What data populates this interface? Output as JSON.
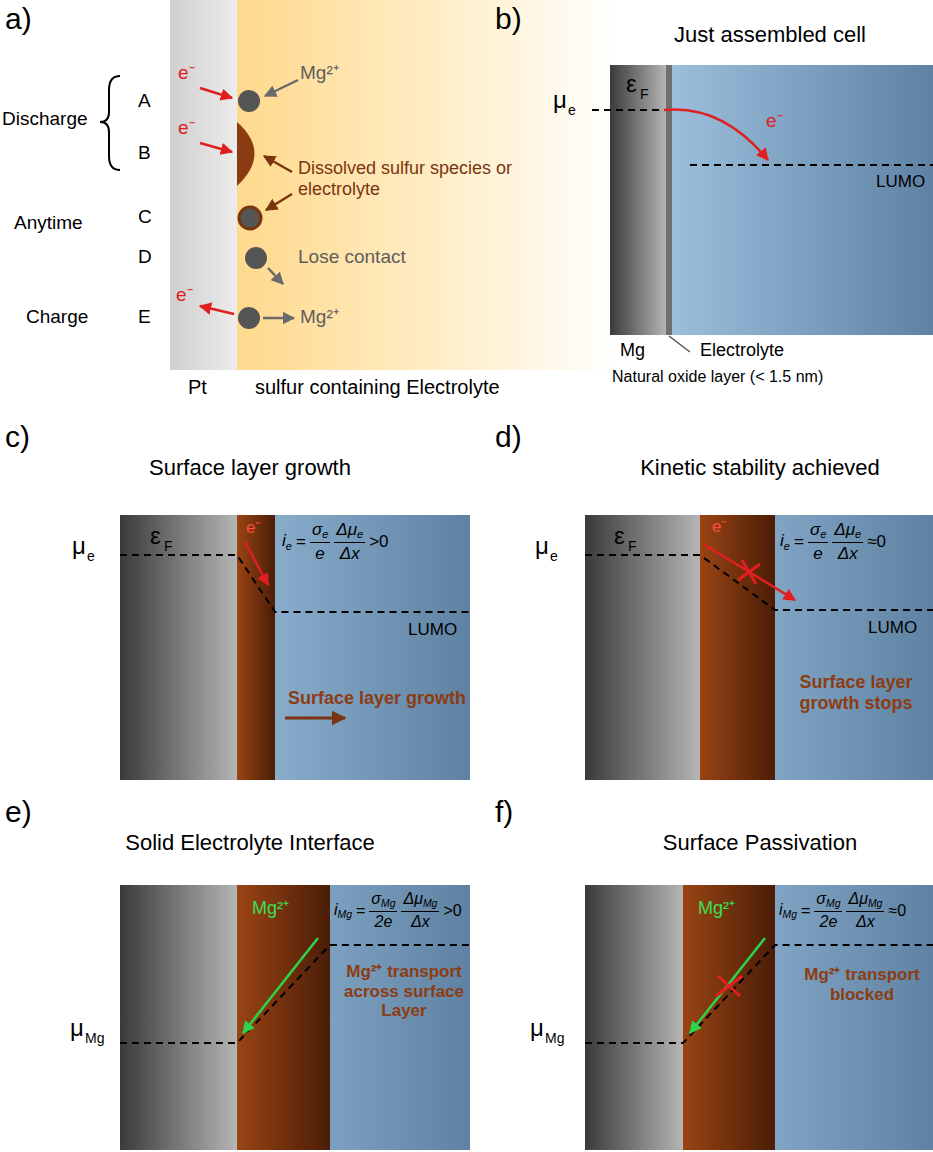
{
  "diagram": {
    "labels": [
      "a)",
      "Discharge",
      "A",
      "B",
      "Anytime",
      "C",
      "D",
      "Charge",
      "E",
      "e⁻",
      "Mg²⁺",
      "e⁻",
      "Dissolved sulfur species or electrolyte",
      "Lose contact",
      "e⁻",
      "Mg²⁺",
      "Pt",
      "sulfur containing Electrolyte",
      "b)",
      "Just assembled cell",
      "ε",
      "F",
      "μ",
      "e",
      "e⁻",
      "LUMO",
      "Mg",
      "Electrolyte",
      "Natural oxide layer (< 1.5 nm)",
      "c)",
      "Surface layer growth",
      "ε",
      "F",
      "μ",
      "e",
      "e⁻",
      "i",
      "e",
      "=",
      "σ",
      "e",
      "e",
      "Δμ",
      "e",
      "Δx",
      ">0",
      "LUMO",
      "Surface layer growth",
      "d)",
      "Kinetic stability achieved",
      "ε",
      "F",
      "μ",
      "e",
      "e⁻",
      "i",
      "e",
      "=",
      "σ",
      "e",
      "e",
      "Δμ",
      "e",
      "Δx",
      "≈0",
      "LUMO",
      "Surface layer growth stops",
      "e)",
      "Solid Electrolyte Interface",
      "Mg²⁺",
      "i",
      "Mg",
      "=",
      "σ",
      "Mg",
      "2e",
      "Δμ",
      "Mg",
      "Δx",
      ">0",
      "μ",
      "Mg",
      "Mg²⁺ transport across surface Layer",
      "f)",
      "Surface Passivation",
      "Mg²⁺",
      "i",
      "Mg",
      "=",
      "σ",
      "Mg",
      "2e",
      "Δμ",
      "Mg",
      "Δx",
      "≈0",
      "μ",
      "Mg",
      "Mg²⁺ transport blocked"
    ]
  }
}
